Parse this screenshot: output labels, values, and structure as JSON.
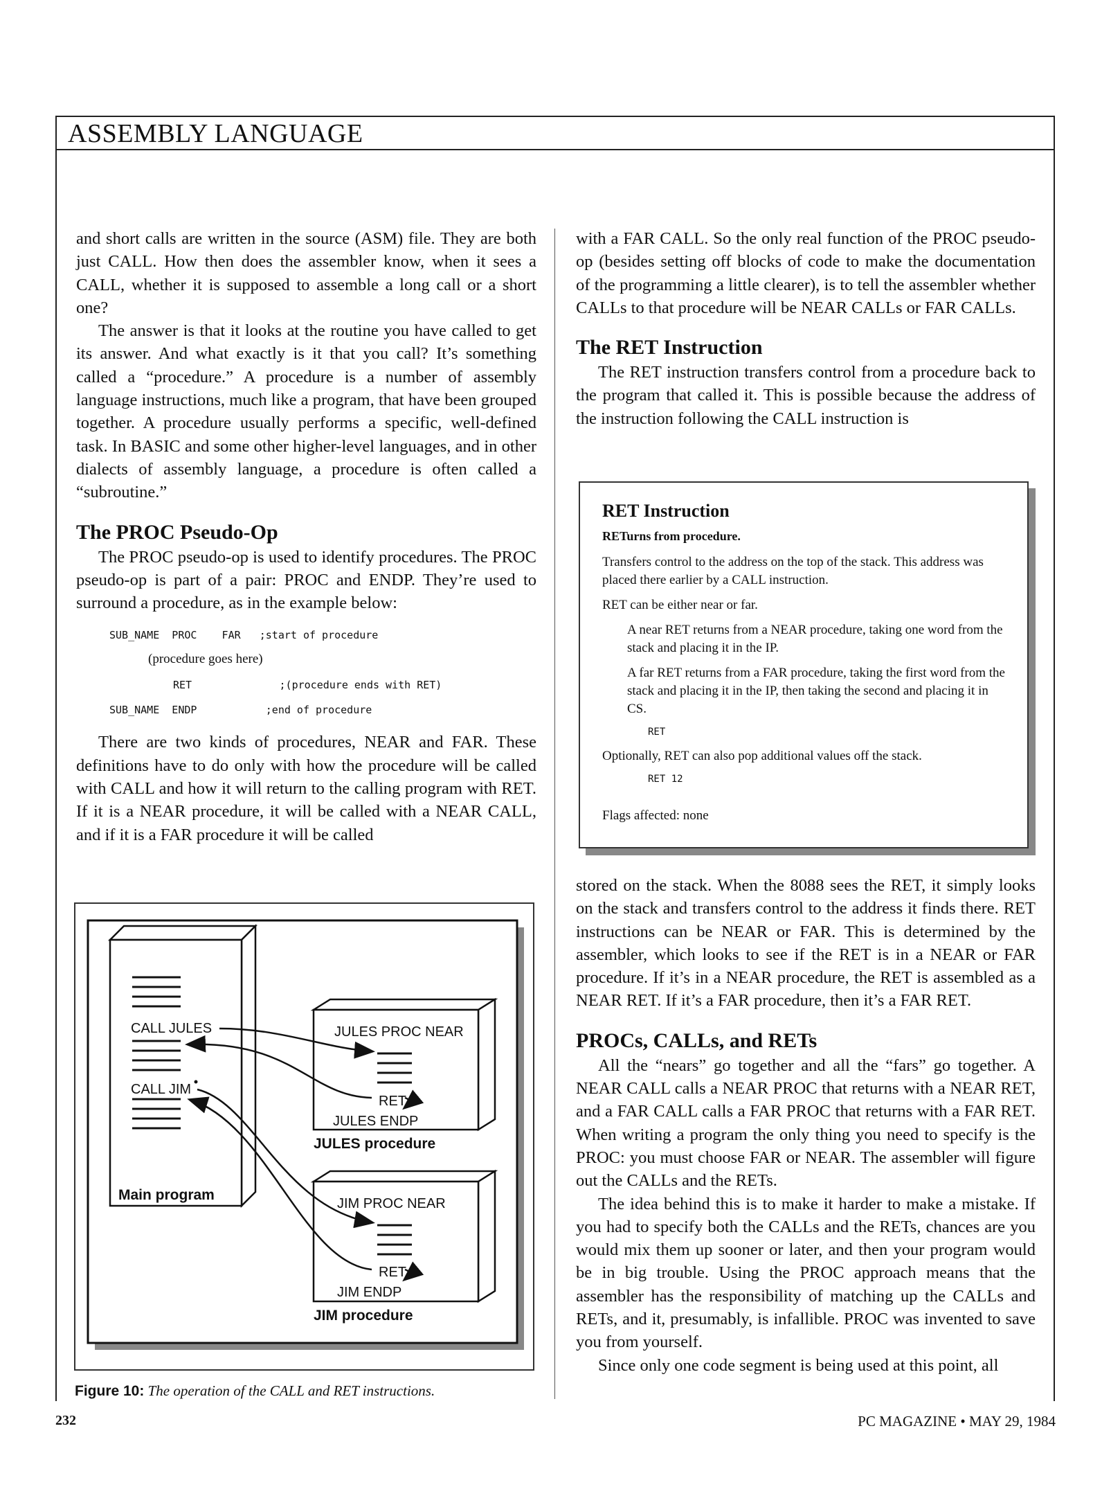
{
  "header": {
    "title": "ASSEMBLY LANGUAGE"
  },
  "left_column": {
    "p1": "and short calls are written in the source (ASM) file. They are both just CALL. How then does the assembler know, when it sees a CALL, whether it is supposed to assemble a long call or a short one?",
    "p2": "The answer is that it looks at the routine you have called to get its answer. And what exactly is it that you call? It’s something called a “procedure.” A procedure is a number of assembly language instructions, much like a program, that have been grouped together. A procedure usually performs a specific, well-defined task. In BASIC and some other higher-level languages, and in other dialects of assembly language, a procedure is often called a “subroutine.”",
    "h_proc": "The PROC Pseudo-Op",
    "p3": "The PROC pseudo-op is used to identify procedures. The PROC pseudo-op is part of a pair: PROC and ENDP. They’re used to surround a procedure, as in the example below:",
    "code1": "SUB_NAME  PROC    FAR   ;start of procedure",
    "code2": "(procedure goes here)",
    "code3": "RET              ;(procedure ends with RET)",
    "code4": "SUB_NAME  ENDP           ;end of procedure",
    "p4": "There are two kinds of procedures, NEAR and FAR. These definitions have to do only with how the procedure will be called with CALL and how it will return to the calling program with RET. If it is a NEAR procedure, it will be called with a NEAR CALL, and if it is a FAR procedure it will be called"
  },
  "right_column": {
    "p1": "with a FAR CALL. So the only real function of the PROC pseudo-op (besides setting off blocks of code to make the documentation of the programming a little clearer), is to tell the assembler whether CALLs to that procedure will be NEAR CALLs or FAR CALLs.",
    "h_ret": "The RET Instruction",
    "p2": "The RET instruction transfers control from a procedure back to the program that called it. This is possible because the address of the instruction following the CALL instruction is",
    "p3": "stored on the stack. When the 8088 sees the RET, it simply looks on the stack and transfers control to the address it finds there. RET instructions can be NEAR or FAR. This is determined by the assembler, which looks to see if the RET is in a NEAR or FAR procedure. If it’s in a NEAR procedure, the RET is assembled as a NEAR RET. If it’s a FAR procedure, then it’s a FAR RET.",
    "h_procs": "PROCs, CALLs, and RETs",
    "p4": "All the “nears” go together and all the “fars” go together. A NEAR CALL calls a NEAR PROC that returns with a NEAR RET, and a FAR CALL calls a FAR PROC that returns with a FAR RET. When writing a program the only thing you need to specify is the PROC: you must choose FAR or NEAR. The assembler will figure out the CALLs and the RETs.",
    "p5": "The idea behind this is to make it harder to make a mistake. If you had to specify both the CALLs and the RETs, chances are you would mix them up sooner or later, and then your program would be in big trouble. Using the PROC approach means that the assembler has the responsibility of matching up the CALLs and RETs, and it, presumably, is infallible. PROC was invented to save you from yourself.",
    "p6": "Since only one code segment is being used at this point, all"
  },
  "ret_box": {
    "title": "RET Instruction",
    "subtitle": "RETurns from procedure.",
    "line1": "Transfers control to the address on the top of the stack. This address was placed there earlier by a CALL instruction.",
    "line2": "RET can be either near or far.",
    "line3": "A near RET returns from a NEAR procedure, taking one word from the stack and placing it in the IP.",
    "line4": "A far RET returns from a FAR procedure, taking the first word from the stack and placing it in the IP, then taking the second and placing it in CS.",
    "code1": "RET",
    "line5": "Optionally, RET can also pop additional values off the stack.",
    "code2": "RET 12",
    "flags": "Flags affected: none"
  },
  "figure": {
    "call_jules": "CALL JULES",
    "call_jim": "CALL JIM",
    "main_program": "Main program",
    "jules_proc": "JULES PROC NEAR",
    "jules_ret": "RET",
    "jules_endp": "JULES ENDP",
    "jules_label": "JULES procedure",
    "jim_proc": "JIM PROC NEAR",
    "jim_ret": "RET",
    "jim_endp": "JIM ENDP",
    "jim_label": "JIM procedure",
    "caption_label": "Figure 10:",
    "caption_text": "The operation of the CALL and RET instructions."
  },
  "footer": {
    "page": "232",
    "magazine": "PC MAGAZINE • MAY 29, 1984"
  }
}
